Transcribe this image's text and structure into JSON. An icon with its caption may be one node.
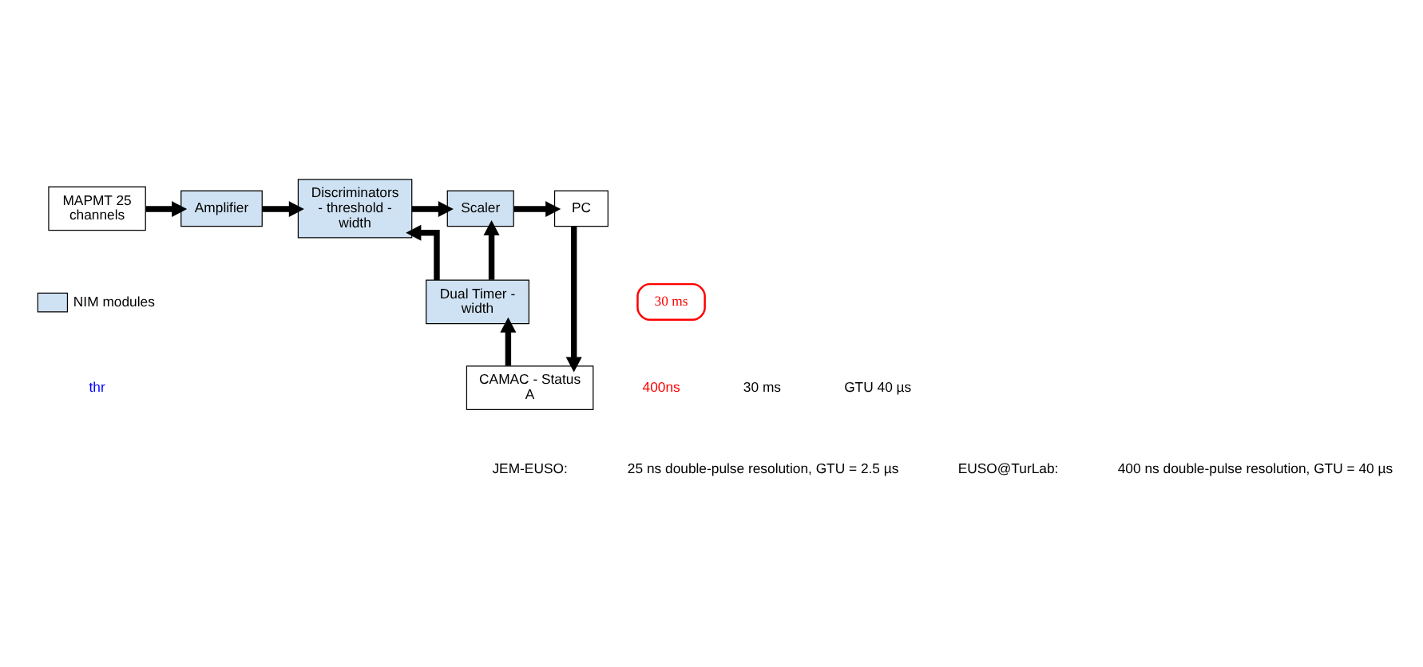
{
  "diagram": {
    "nodes": [
      {
        "text": [
          "MAPMT 25 channels"
        ]
      },
      {
        "text": [
          "Amplifier"
        ]
      },
      {
        "text": [
          "Discriminators - threshold - width"
        ]
      },
      {
        "text": [
          "Scaler"
        ]
      },
      {
        "text": [
          "PC"
        ]
      },
      {
        "text": [
          "Dual Timer - width"
        ]
      },
      {
        "text": [
          "CAMAC - Status A"
        ]
      },
      {
        "text": [
          "30 ms"
        ]
      }
    ],
    "edges": [
      {
        "from": 0,
        "to": 1,
        "arrow": "to"
      },
      {
        "from": 1,
        "to": 2,
        "arrow": "to"
      },
      {
        "from": 2,
        "to": 3,
        "arrow": "to"
      },
      {
        "from": 3,
        "to": 4,
        "arrow": "to"
      },
      {
        "from": 4,
        "to": 6,
        "arrow": "to"
      },
      {
        "from": 6,
        "to": 5,
        "arrow": "to"
      },
      {
        "from": 5,
        "to": 2,
        "arrow": "to"
      },
      {
        "from": 5,
        "to": 3,
        "arrow": "to"
      }
    ],
    "labels": [
      "thr",
      "400ns",
      "30 ms",
      "GTU 40 µs",
      "JEM-EUSO:",
      "25 ns double-pulse resolution, GTU = 2.5 µs",
      "EUSO@TurLab:",
      "400 ns double-pulse resolution, GTU = 40 µs"
    ],
    "legend": [
      {
        "text": "NIM modules",
        "color": "#cfe2f3"
      }
    ]
  }
}
